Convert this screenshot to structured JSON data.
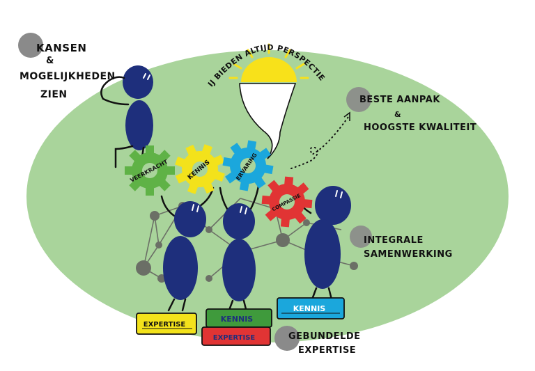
{
  "labels": {
    "kansen": "KANSEN",
    "kansen_amp": "&",
    "mogelijkheden": "MOGELIJKHEDEN",
    "zien": "ZIEN",
    "perspectief": "WIJ BIEDEN ALTIJD PERSPECTIEF",
    "beste_aanpak": "BESTE AANPAK",
    "beste_amp": "&",
    "hoogste_kwaliteit": "HOOGSTE KWALITEIT",
    "integrale": "INTEGRALE",
    "samenwerking": "SAMENWERKING",
    "gebundelde": "GEBUNDELDE",
    "expertise_label": "EXPERTISE"
  },
  "gears": {
    "green": "VEERKRACHT",
    "yellow": "KENNIS",
    "blue": "ERVARING",
    "red": "COMPASSIE"
  },
  "books": {
    "left": "EXPERTISE",
    "middle_top": "KENNIS",
    "middle_bottom": "EXPERTISE",
    "right": "KENNIS"
  },
  "colors": {
    "ellipse": "#a9d49b",
    "figure": "#1e2f7c",
    "network": "#6b6f66",
    "dot": "#8a8a8a",
    "gear_green": "#5fb246",
    "gear_yellow": "#f3e21b",
    "gear_blue": "#1ba7dc",
    "gear_red": "#e13434",
    "sun": "#f8e11a",
    "book_yellow": "#f3e21b",
    "book_green": "#3f9a3c",
    "book_red": "#e13434",
    "book_blue": "#1ba7dc"
  }
}
